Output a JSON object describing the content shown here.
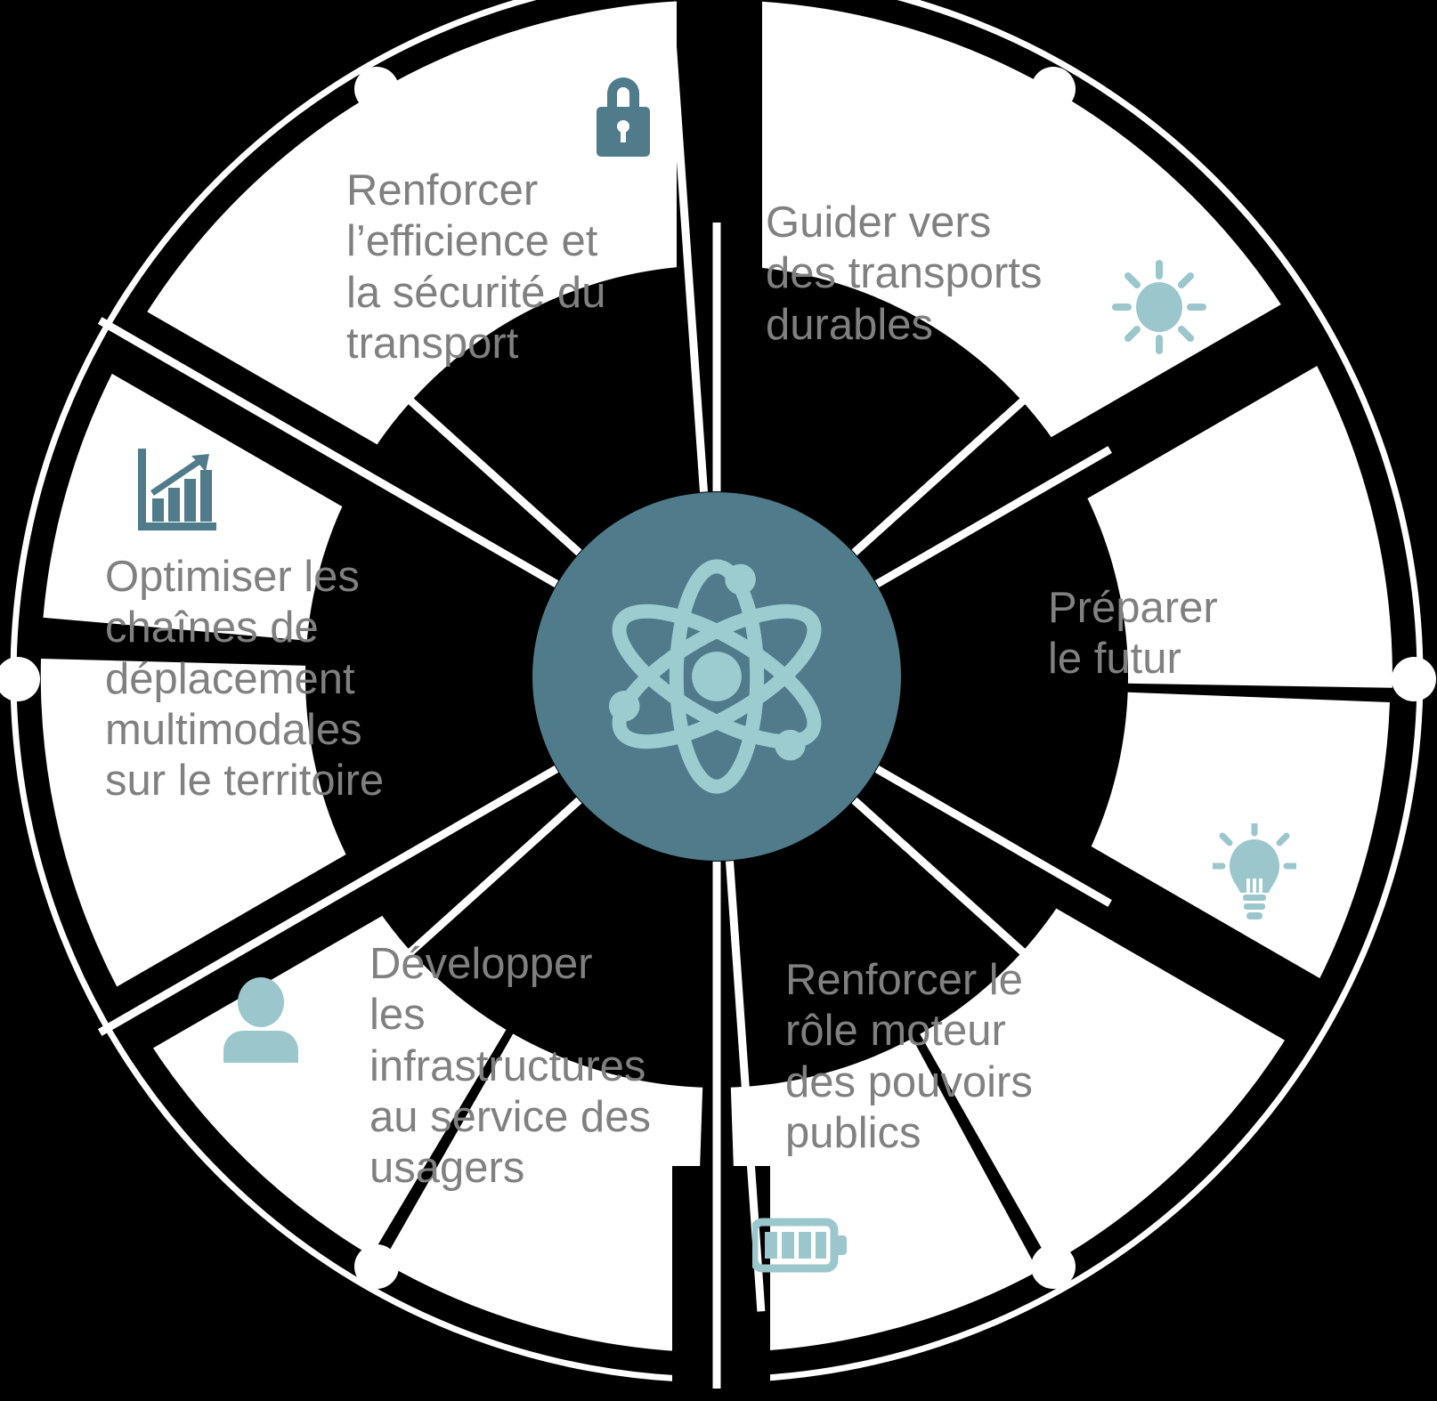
{
  "diagram": {
    "type": "circular-hub-and-spoke",
    "center": {
      "icon": "atom-icon",
      "label": ""
    },
    "colors": {
      "background": "#000000",
      "segment_fill": "#ffffff",
      "text": "#808080",
      "center_circle": "#4F7B8A",
      "icon_dark_teal": "#4F7B8A",
      "icon_light_teal": "#9BC7CC",
      "atom_icon": "#9CCBD0"
    },
    "segments": [
      {
        "id": "renforcer-efficience",
        "label": "Renforcer\nl’efficience et\nla sécurité du\ntransport",
        "icon": "lock-icon",
        "icon_color": "#4F7B8A"
      },
      {
        "id": "guider-transports-durables",
        "label": "Guider vers\ndes transports\ndurables",
        "icon": "sun-icon",
        "icon_color": "#9BC7CC"
      },
      {
        "id": "preparer-le-futur",
        "label": "Préparer\nle futur",
        "icon": "lightbulb-icon",
        "icon_color": "#9BC7CC"
      },
      {
        "id": "renforcer-role-moteur",
        "label": "Renforcer le\nrôle moteur\ndes pouvoirs\npublics",
        "icon": "battery-icon",
        "icon_color": "#9BC7CC"
      },
      {
        "id": "developper-infrastructures",
        "label": "Développer\nles\ninfrastructures\nau service des\nusagers",
        "icon": "person-icon",
        "icon_color": "#9BC7CC"
      },
      {
        "id": "optimiser-chaines",
        "label": "Optimiser les\nchaînes de\ndéplacement\nmultimodales\nsur le territoire",
        "icon": "bar-chart-icon",
        "icon_color": "#4F7B8A"
      }
    ],
    "outer_ring": {
      "dot_count": 6,
      "dot_color": "#ffffff"
    }
  }
}
